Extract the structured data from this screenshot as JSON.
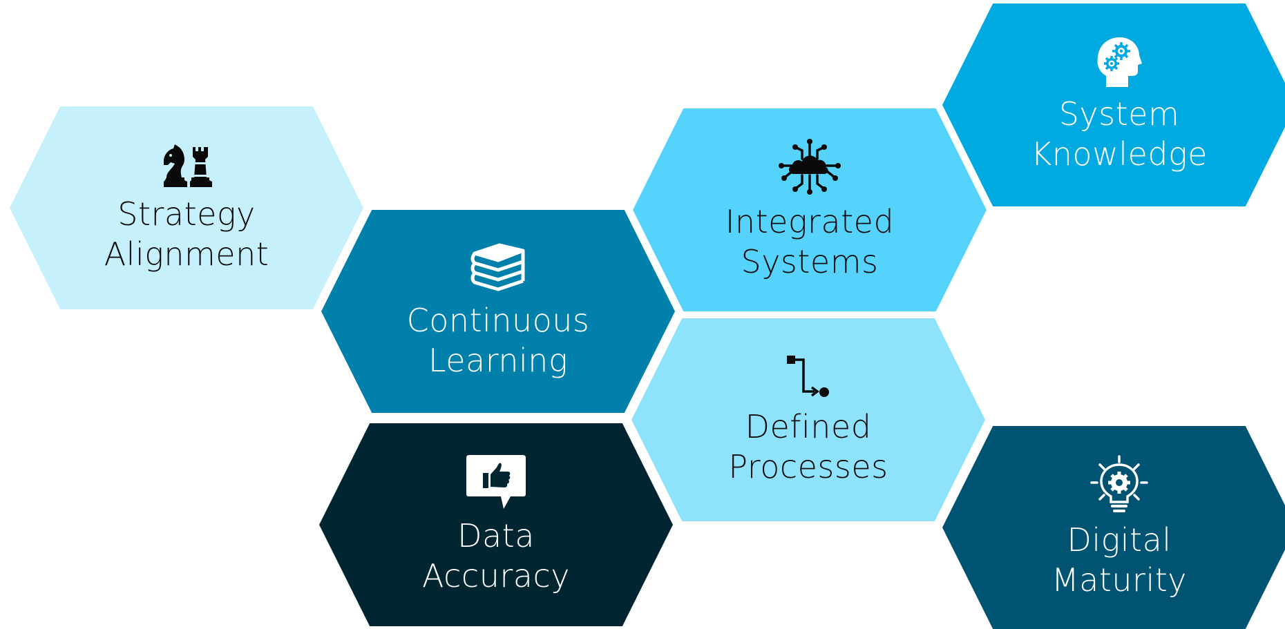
{
  "tiles": {
    "strategy": {
      "line1": "Strategy",
      "line2": "Alignment",
      "icon": "chess-pieces-icon"
    },
    "learning": {
      "line1": "Continuous",
      "line2": "Learning",
      "icon": "book-stack-icon"
    },
    "integrated": {
      "line1": "Integrated",
      "line2": "Systems",
      "icon": "cloud-network-icon"
    },
    "knowledge": {
      "line1": "System",
      "line2": "Knowledge",
      "icon": "head-gears-icon"
    },
    "defined": {
      "line1": "Defined",
      "line2": "Processes",
      "icon": "process-flow-icon"
    },
    "accuracy": {
      "line1": "Data",
      "line2": "Accuracy",
      "icon": "thumbs-up-speech-bubble-icon"
    },
    "maturity": {
      "line1": "Digital",
      "line2": "Maturity",
      "icon": "lightbulb-gear-icon"
    }
  },
  "colors": {
    "strategy": "#c6f0fc",
    "learning": "#0080aa",
    "integrated": "#55d3fc",
    "knowledge": "#00aae1",
    "defined": "#8fe2fc",
    "accuracy": "#012531",
    "maturity": "#005472"
  }
}
